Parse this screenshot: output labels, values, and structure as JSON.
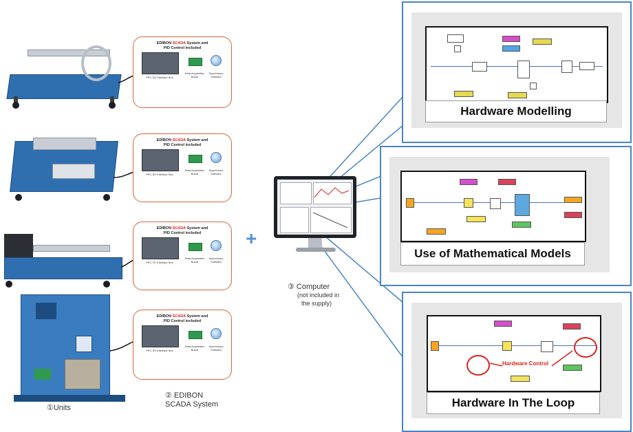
{
  "scada_boxes": [
    {
      "title_prefix": "EDIBON ",
      "title_highlight": "SCADA",
      "title_suffix": " System and",
      "title_line2": "PID Control included",
      "interface_label": "PPC-SS Interface Box",
      "daq_label": "Data Acquisition Board",
      "software_label": "Supervisory Software"
    },
    {
      "title_prefix": "EDIBON ",
      "title_highlight": "SCADA",
      "title_suffix": " System and",
      "title_line2": "PID Control included",
      "interface_label": "PPC-SH Interface Box",
      "daq_label": "Data Acquisition Board",
      "software_label": "Supervisory Software"
    },
    {
      "title_prefix": "EDIBON ",
      "title_highlight": "SCADA",
      "title_suffix": " System and",
      "title_line2": "PID Control included",
      "interface_label": "PPC-TH Interface Box",
      "daq_label": "Data Acquisition Board",
      "software_label": "Supervisory Software"
    },
    {
      "title_prefix": "EDIBON ",
      "title_highlight": "SCADA",
      "title_suffix": " System and",
      "title_line2": "PID Control included",
      "interface_label": "PPC-SS Interface Box",
      "daq_label": "Data Acquisition Board",
      "software_label": "Supervisory Software"
    }
  ],
  "captions": {
    "units": "①Units",
    "scada_line1": "② EDIBON",
    "scada_line2": "SCADA System",
    "computer_line1": "③ Computer",
    "computer_line2": "(not included in",
    "computer_line3": "the supply)",
    "plus": "+"
  },
  "panels": {
    "modelling": {
      "label": "Hardware Modelling"
    },
    "mathematical": {
      "label": "Use of Mathematical Models"
    },
    "hil": {
      "label": "Hardware In The Loop",
      "annotation": "Hardware Control"
    }
  },
  "colors": {
    "panel_border": "#4a84c4",
    "scada_border": "#d9653b",
    "unit_blue": "#2f6fb0",
    "highlight_red": "#d8231f"
  }
}
